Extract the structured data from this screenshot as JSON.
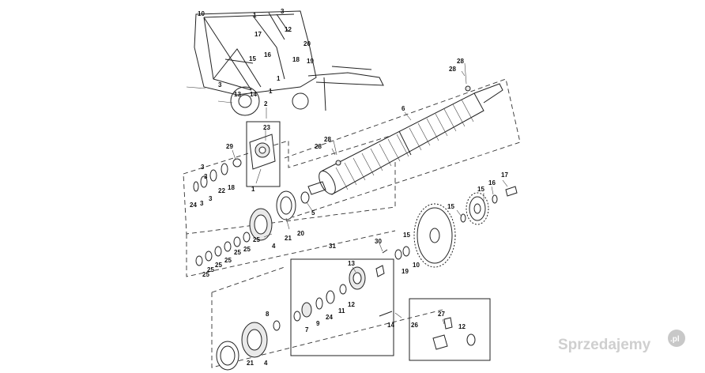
{
  "callouts": {
    "baler": [
      "10",
      "1",
      "3",
      "17",
      "12",
      "16",
      "15",
      "13",
      "14",
      "1",
      "20",
      "18",
      "19",
      "3",
      "1"
    ],
    "main": [
      "2",
      "23",
      "29",
      "3",
      "3",
      "22",
      "18",
      "24",
      "3",
      "3",
      "1",
      "6",
      "28",
      "28",
      "28",
      "28",
      "5",
      "20",
      "21",
      "4",
      "25",
      "25",
      "25",
      "25",
      "25",
      "25",
      "25",
      "31",
      "30",
      "13",
      "12",
      "11",
      "24",
      "9",
      "7",
      "8",
      "14",
      "19",
      "10",
      "15",
      "15",
      "15",
      "16",
      "17",
      "21",
      "4",
      "26",
      "27",
      "12"
    ]
  },
  "watermark": {
    "brand": "Sprzedajemy",
    "tld": ".pl"
  }
}
